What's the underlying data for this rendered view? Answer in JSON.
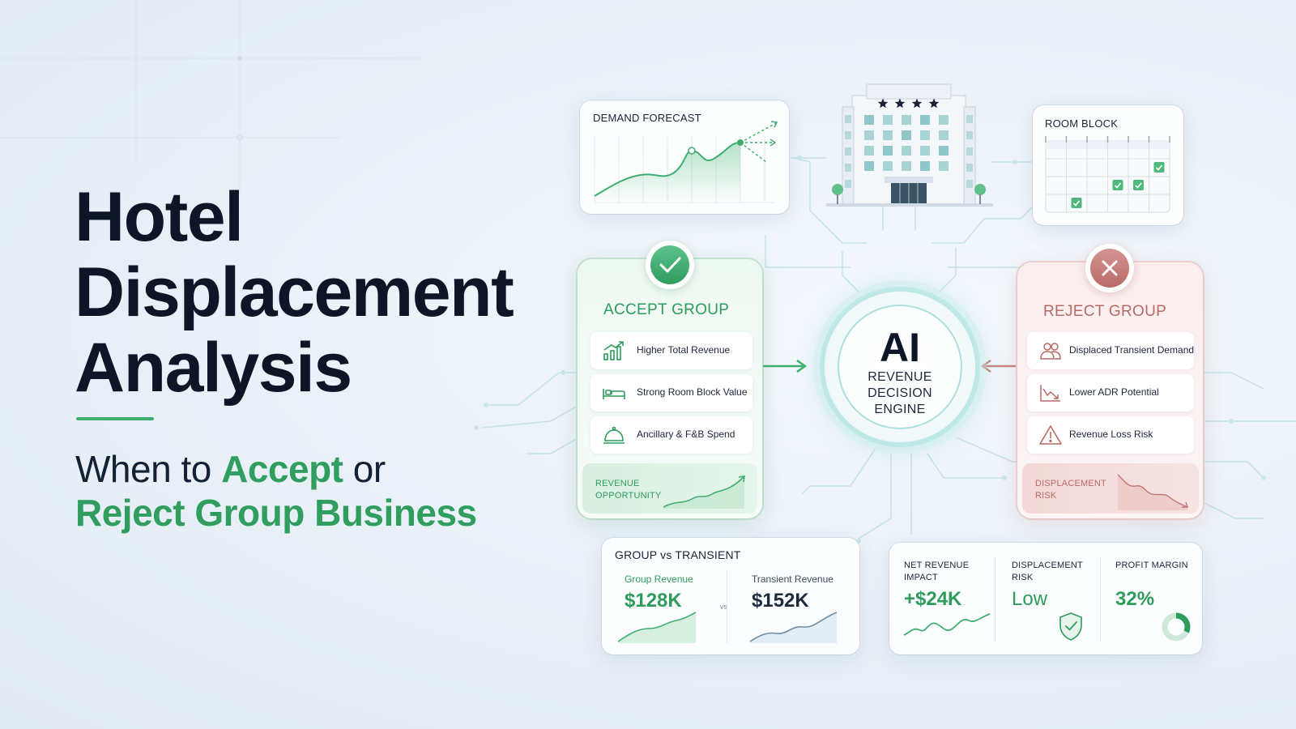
{
  "hero": {
    "title_line1": "Hotel",
    "title_line2": "Displacement",
    "title_line3": "Analysis",
    "subtitle_part1": "When to ",
    "subtitle_accept": "Accept",
    "subtitle_part2": " or",
    "subtitle_line2": "Reject Group Business"
  },
  "demand_forecast": {
    "title": "DEMAND FORECAST"
  },
  "hotel": {
    "stars": 4
  },
  "room_block": {
    "title": "ROOM BLOCK"
  },
  "accept_group": {
    "title": "ACCEPT GROUP",
    "items": [
      {
        "label": "Higher Total Revenue",
        "icon": "bar-chart-up-icon"
      },
      {
        "label": "Strong Room Block Value",
        "icon": "bed-icon"
      },
      {
        "label": "Ancillary & F&B Spend",
        "icon": "service-bell-icon"
      }
    ],
    "footer": {
      "line1": "REVENUE",
      "line2": "OPPORTUNITY"
    }
  },
  "engine": {
    "title": "AI",
    "line1": "REVENUE",
    "line2": "DECISION",
    "line3": "ENGINE"
  },
  "reject_group": {
    "title": "REJECT GROUP",
    "items": [
      {
        "label": "Displaced Transient Demand",
        "icon": "people-icon"
      },
      {
        "label": "Lower ADR Potential",
        "icon": "trend-down-icon"
      },
      {
        "label": "Revenue Loss Risk",
        "icon": "warning-icon"
      }
    ],
    "footer": {
      "line1": "DISPLACEMENT",
      "line2": "RISK"
    }
  },
  "group_vs_transient": {
    "title": "GROUP vs TRANSIENT",
    "group_label": "Group Revenue",
    "group_value": "$128K",
    "vs": "vs",
    "transient_label": "Transient Revenue",
    "transient_value": "$152K"
  },
  "metrics": {
    "net_label_1": "NET REVENUE",
    "net_label_2": "IMPACT",
    "net_value": "+$24K",
    "risk_label_1": "DISPLACEMENT",
    "risk_label_2": "RISK",
    "risk_value": "Low",
    "margin_label": "PROFIT MARGIN",
    "margin_value": "32%",
    "margin_fraction": 0.32
  },
  "colors": {
    "accept_green": "#2e9c5d",
    "reject_red": "#b96a67",
    "dark_text": "#0d1526",
    "teal_glow": "#8fd6cf"
  }
}
